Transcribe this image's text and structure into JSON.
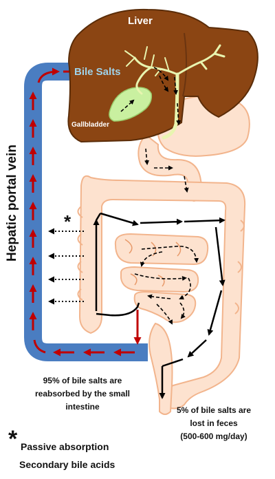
{
  "labels": {
    "liver": "Liver",
    "bile_salts": "Bile Salts",
    "gallbladder": "Gallbladder",
    "hepatic_portal_vein": "Hepatic portal vein",
    "reabsorbed_note": "95% of bile salts are reabsorbed by the small intestine",
    "feces_note_line1": "5% of bile salts are",
    "feces_note_line2": "lost in feces",
    "feces_note_line3": "(500-600 mg/day)",
    "diagram_star": "*"
  },
  "legend": {
    "star_symbol": "*",
    "passive_absorption": "Passive absorption",
    "secondary_bile_acids": "Secondary bile acids"
  },
  "colors": {
    "liver": "#8b4513",
    "liver_outline": "#5a2c08",
    "bile_ducts": "#e8f5b0",
    "gallbladder": "#c9f0a0",
    "portal_vein": "#4a7dc1",
    "vein_arrows": "#c00000",
    "intestine_fill": "#fde2cf",
    "intestine_outline": "#f2b48c",
    "secondary_flow": "#000000"
  }
}
